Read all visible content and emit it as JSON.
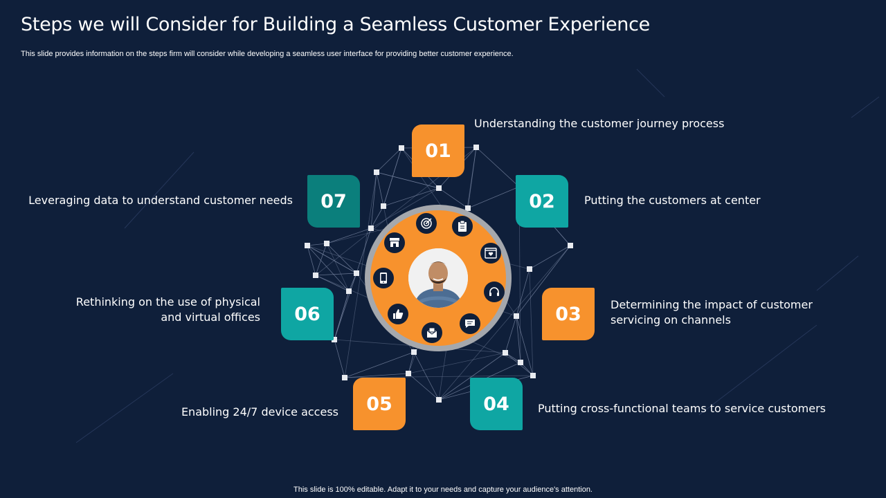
{
  "header": {
    "title": "Steps we will Consider for Building a Seamless Customer Experience",
    "subtitle": "This slide provides information on the steps firm will consider while developing a seamless user interface for providing better customer experience."
  },
  "steps": [
    {
      "number": "01",
      "label": "Understanding the customer journey process",
      "color": "#f7922d"
    },
    {
      "number": "02",
      "label": "Putting the customers at center",
      "color": "#0fa6a3"
    },
    {
      "number": "03",
      "label": "Determining the impact of customer servicing on channels",
      "color": "#f7922d"
    },
    {
      "number": "04",
      "label": "Putting cross-functional teams to service customers",
      "color": "#0fa6a3"
    },
    {
      "number": "05",
      "label": "Enabling 24/7 device access",
      "color": "#f7922d"
    },
    {
      "number": "06",
      "label": "Rethinking on the use of physical and virtual offices",
      "color": "#0fa6a3"
    },
    {
      "number": "07",
      "label": "Leveraging data to understand customer needs",
      "color": "#0b7f7c"
    }
  ],
  "center": {
    "icons": [
      "target-icon",
      "clipboard-icon",
      "browser-heart-icon",
      "headset-icon",
      "chat-icon",
      "mail-icon",
      "thumbs-up-icon",
      "smartphone-icon",
      "store-icon"
    ]
  },
  "footer": {
    "text": "This slide is 100% editable. Adapt it to your needs and capture your audience's attention."
  },
  "colors": {
    "background": "#0f1f3a",
    "orange": "#f7922d",
    "teal": "#0fa6a3",
    "dark_teal": "#0b7f7c"
  }
}
